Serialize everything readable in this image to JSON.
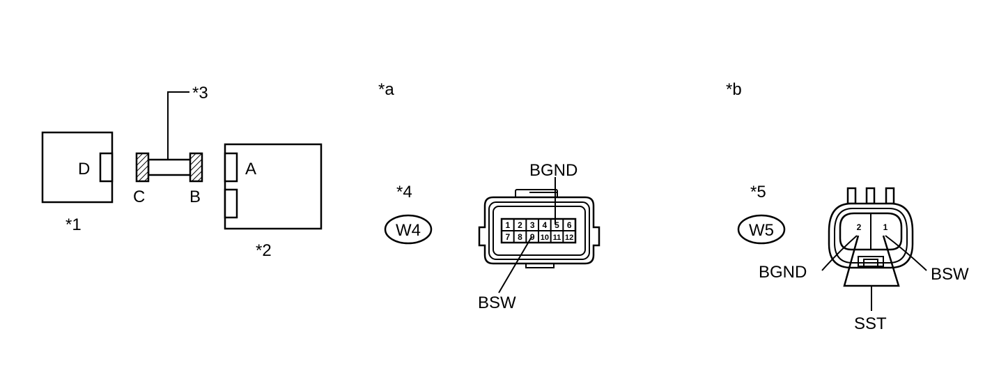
{
  "left_panel": {
    "component_1": {
      "callout": "*1",
      "port": "D"
    },
    "component_2": {
      "callout": "*2",
      "port": "A"
    },
    "harness_3": {
      "callout": "*3",
      "end_left": "C",
      "end_right": "B"
    }
  },
  "panel_a": {
    "label": "*a",
    "callout": "*4",
    "connector_id": "W4",
    "pins_top": [
      "1",
      "2",
      "3",
      "4",
      "5",
      "6"
    ],
    "pins_bottom": [
      "7",
      "8",
      "9",
      "10",
      "11",
      "12"
    ],
    "lead_top": "BGND",
    "lead_bottom": "BSW"
  },
  "panel_b": {
    "label": "*b",
    "callout": "*5",
    "connector_id": "W5",
    "pin_left": "2",
    "pin_right": "1",
    "lead_left": "BGND",
    "lead_right": "BSW",
    "lead_bottom": "SST"
  }
}
